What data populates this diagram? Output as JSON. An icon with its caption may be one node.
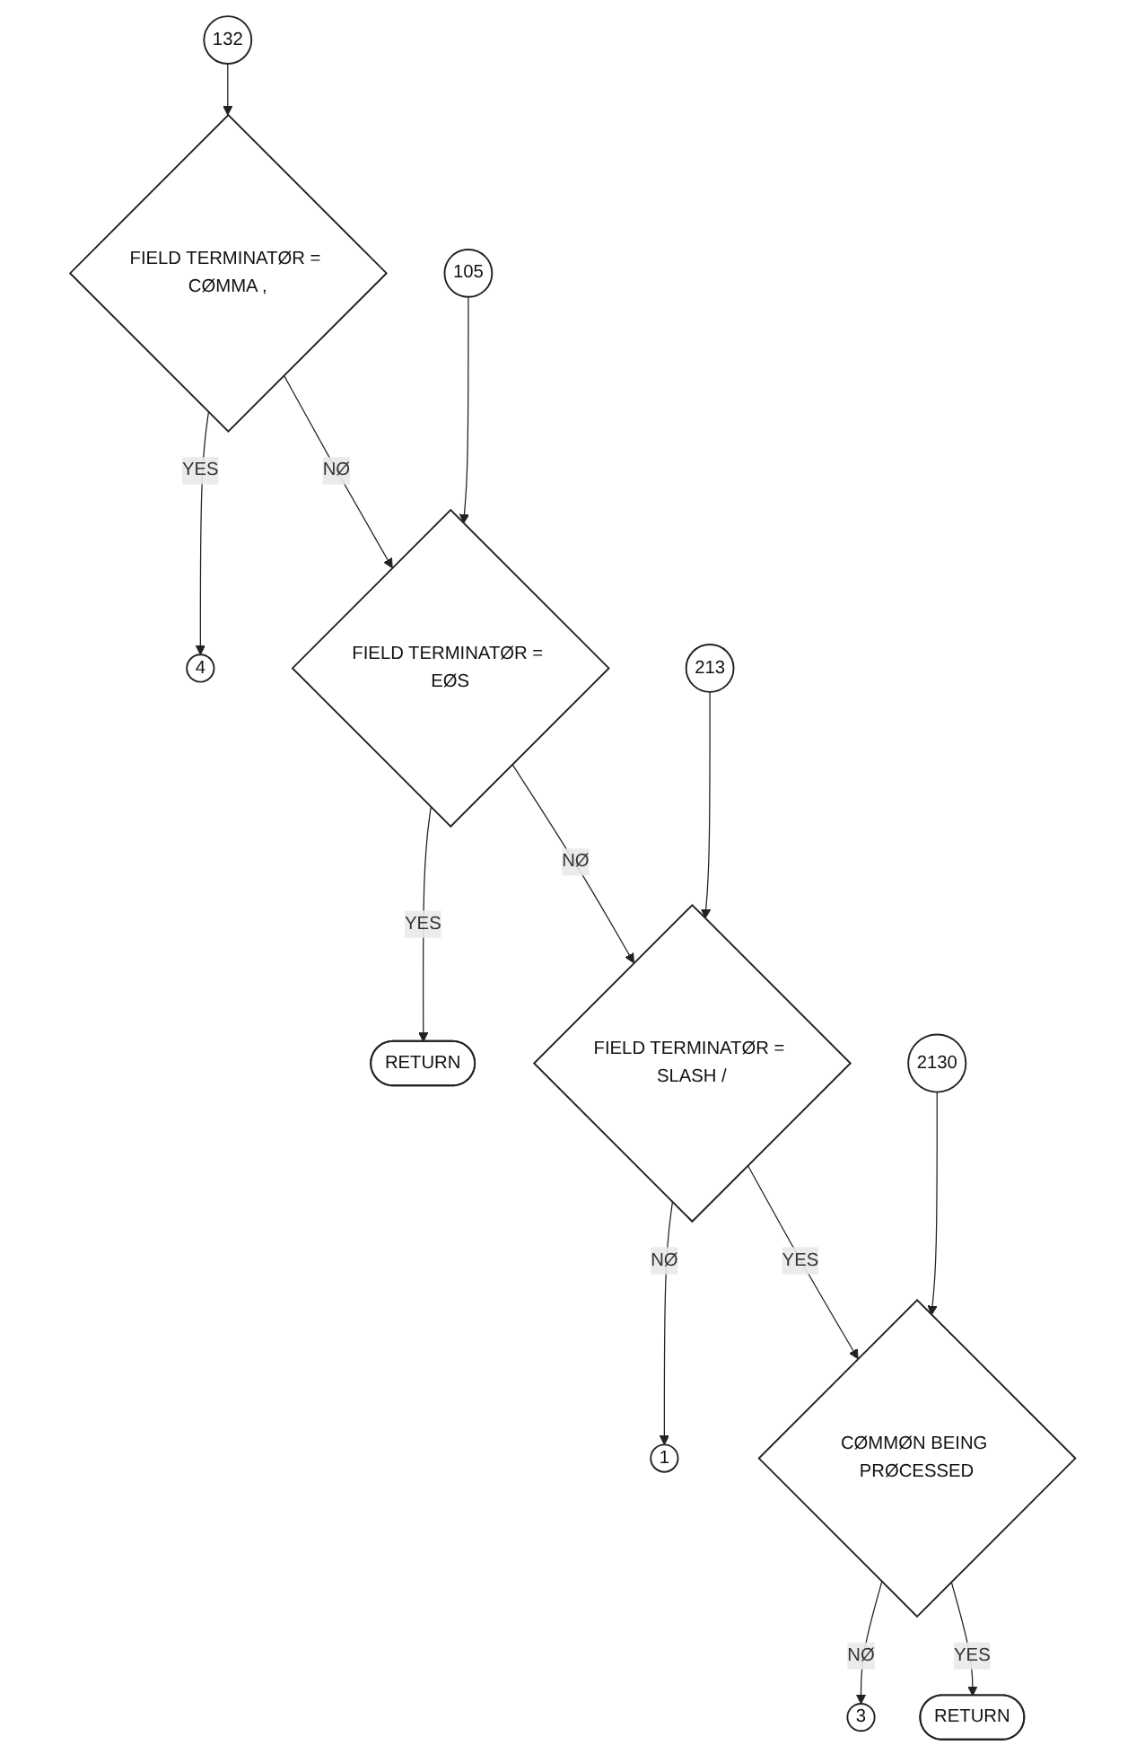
{
  "diagram": {
    "nodes": [
      {
        "text": [
          "132"
        ]
      },
      {
        "text": [
          "FIELD TERMINATØR = CØMMA ,"
        ]
      },
      {
        "text": [
          "4"
        ]
      },
      {
        "text": [
          "105"
        ]
      },
      {
        "text": [
          "FIELD TERMINATØR = EØS"
        ]
      },
      {
        "text": [
          "RETURN"
        ]
      },
      {
        "text": [
          "213"
        ]
      },
      {
        "text": [
          "FIELD TERMINATØR = SLASH /"
        ]
      },
      {
        "text": [
          "1"
        ]
      },
      {
        "text": [
          "2130"
        ]
      },
      {
        "text": [
          "CØMMØN BEING PRØCESSED"
        ]
      },
      {
        "text": [
          "3"
        ]
      },
      {
        "text": [
          "RETURN"
        ]
      }
    ],
    "edges": [
      {
        "from": 0,
        "to": 1,
        "arrow": "to"
      },
      {
        "from": 1,
        "to": 2,
        "arrow": "to",
        "label": "YES"
      },
      {
        "from": 1,
        "to": 4,
        "arrow": "to",
        "label": "NØ"
      },
      {
        "from": 3,
        "to": 4,
        "arrow": "to"
      },
      {
        "from": 4,
        "to": 5,
        "arrow": "to",
        "label": "YES"
      },
      {
        "from": 4,
        "to": 7,
        "arrow": "to",
        "label": "NØ"
      },
      {
        "from": 6,
        "to": 7,
        "arrow": "to"
      },
      {
        "from": 7,
        "to": 8,
        "arrow": "to",
        "label": "NØ"
      },
      {
        "from": 7,
        "to": 10,
        "arrow": "to",
        "label": "YES"
      },
      {
        "from": 9,
        "to": 10,
        "arrow": "to"
      },
      {
        "from": 10,
        "to": 11,
        "arrow": "to",
        "label": "NØ"
      },
      {
        "from": 10,
        "to": 12,
        "arrow": "to",
        "label": "YES"
      }
    ]
  }
}
